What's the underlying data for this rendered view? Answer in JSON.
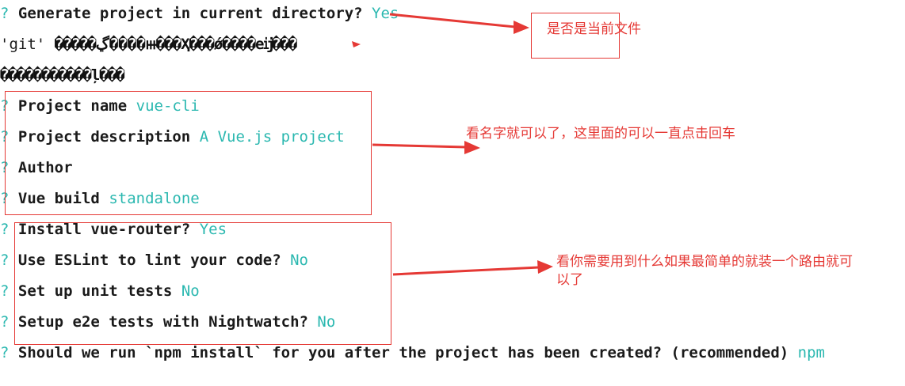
{
  "prompt_symbol": "?",
  "lines": [
    {
      "label": "Generate project in current directory?",
      "answer": "Yes"
    },
    {
      "label": "'git'",
      "garbled": "�����ڲ����ⲿ���Ҳ���ǿ����еĳ���"
    },
    {
      "garbled": "�����������ļ���"
    },
    {
      "label": "Project name",
      "answer": "vue-cli"
    },
    {
      "label": "Project description",
      "answer": "A Vue.js project"
    },
    {
      "label": "Author",
      "answer": ""
    },
    {
      "label": "Vue build",
      "answer": "standalone"
    },
    {
      "label": "Install vue-router?",
      "answer": "Yes"
    },
    {
      "label": "Use ESLint to lint your code?",
      "answer": "No"
    },
    {
      "label": "Set up unit tests",
      "answer": "No"
    },
    {
      "label": "Setup e2e tests with Nightwatch?",
      "answer": "No"
    },
    {
      "label": "Should we run `npm install` for you after the project has been created? (recommended)",
      "answer": "npm"
    }
  ],
  "annotations": {
    "note1": "是否是当前文件",
    "note2": "看名字就可以了，这里面的可以一直点击回车",
    "note3_line1": "看你需要用到什么如果最简单的就装一个路由就可",
    "note3_line2": "以了"
  },
  "colors": {
    "answer": "#2bb8b0",
    "annotation": "#e53935",
    "text": "#1a1a1a"
  }
}
